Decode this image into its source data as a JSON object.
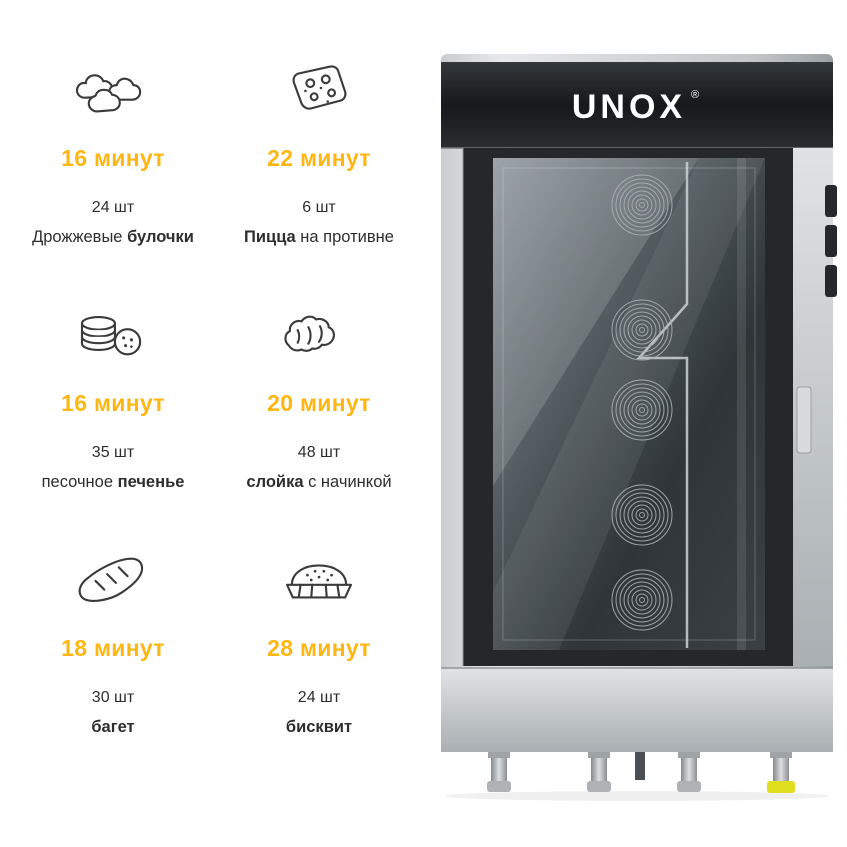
{
  "colors": {
    "accent_yellow": "#fdb714",
    "text_dark": "#2e2e2e",
    "oven_foot_yellow": "#dfdf20"
  },
  "oven": {
    "brand": "UNOX",
    "brand_mark": "®"
  },
  "items": [
    {
      "icon": "bread-rolls-icon",
      "time": "16 минут",
      "qty": "24 шт",
      "name_pre": "Дрожжевые ",
      "name_bold": "булочки",
      "name_post": ""
    },
    {
      "icon": "pizza-tray-icon",
      "time": "22 минут",
      "qty": "6 шт",
      "name_pre": "",
      "name_bold": "Пицца",
      "name_post": " на противне"
    },
    {
      "icon": "cookies-stack-icon",
      "time": "16 минут",
      "qty": "35 шт",
      "name_pre": "песочное ",
      "name_bold": "печенье",
      "name_post": ""
    },
    {
      "icon": "dough-icon",
      "time": "20 минут",
      "qty": "48 шт",
      "name_pre": "",
      "name_bold": "слойка",
      "name_post": " с начинкой"
    },
    {
      "icon": "baguette-icon",
      "time": "18 минут",
      "qty": "30 шт",
      "name_pre": "",
      "name_bold": "багет",
      "name_post": ""
    },
    {
      "icon": "cake-pan-icon",
      "time": "28 минут",
      "qty": "24 шт",
      "name_pre": "",
      "name_bold": "бисквит",
      "name_post": ""
    }
  ]
}
